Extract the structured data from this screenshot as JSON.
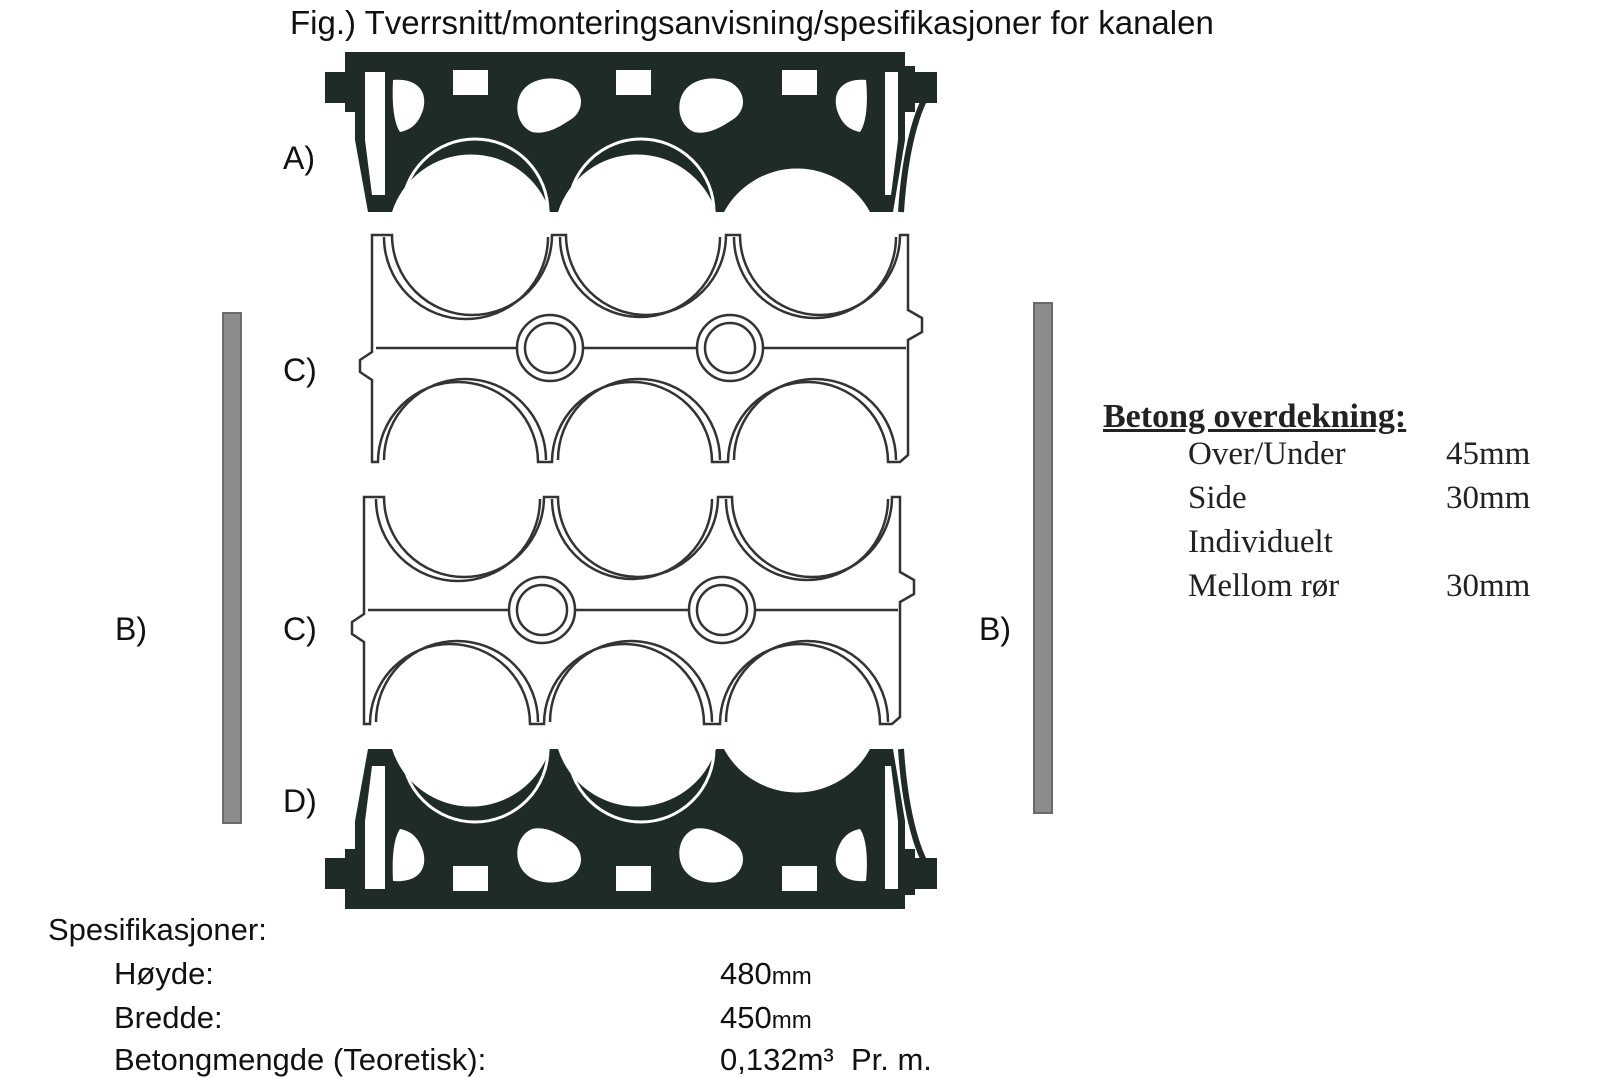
{
  "title": "Fig.) Tverrsnitt/monteringsanvisning/spesifikasjoner for kanalen",
  "parts": {
    "a": "A)",
    "b_left": "B)",
    "b_right": "B)",
    "c_upper": "C)",
    "c_lower": "C)",
    "d": "D)"
  },
  "concrete_cover": {
    "heading": "Betong overdekning:",
    "rows": [
      {
        "label": "Over/Under",
        "value": "45mm"
      },
      {
        "label": "Side",
        "value": "30mm"
      },
      {
        "label": "Individuelt",
        "value": ""
      },
      {
        "label": "Mellom rør",
        "value": "30mm"
      }
    ]
  },
  "specifications": {
    "heading": "Spesifikasjoner:",
    "rows": [
      {
        "label": "Høyde:",
        "number": "480",
        "unit": "mm",
        "suffix": ""
      },
      {
        "label": "Bredde:",
        "number": "450",
        "unit": "mm",
        "suffix": ""
      },
      {
        "label": "Betongmengde (Teoretisk):",
        "number": "0,132m³",
        "unit": "",
        "suffix": "Pr. m."
      }
    ]
  },
  "colors": {
    "part_fill": "#1f2b26",
    "outline": "#3a3a3a",
    "bar": "#8c8c8c"
  }
}
